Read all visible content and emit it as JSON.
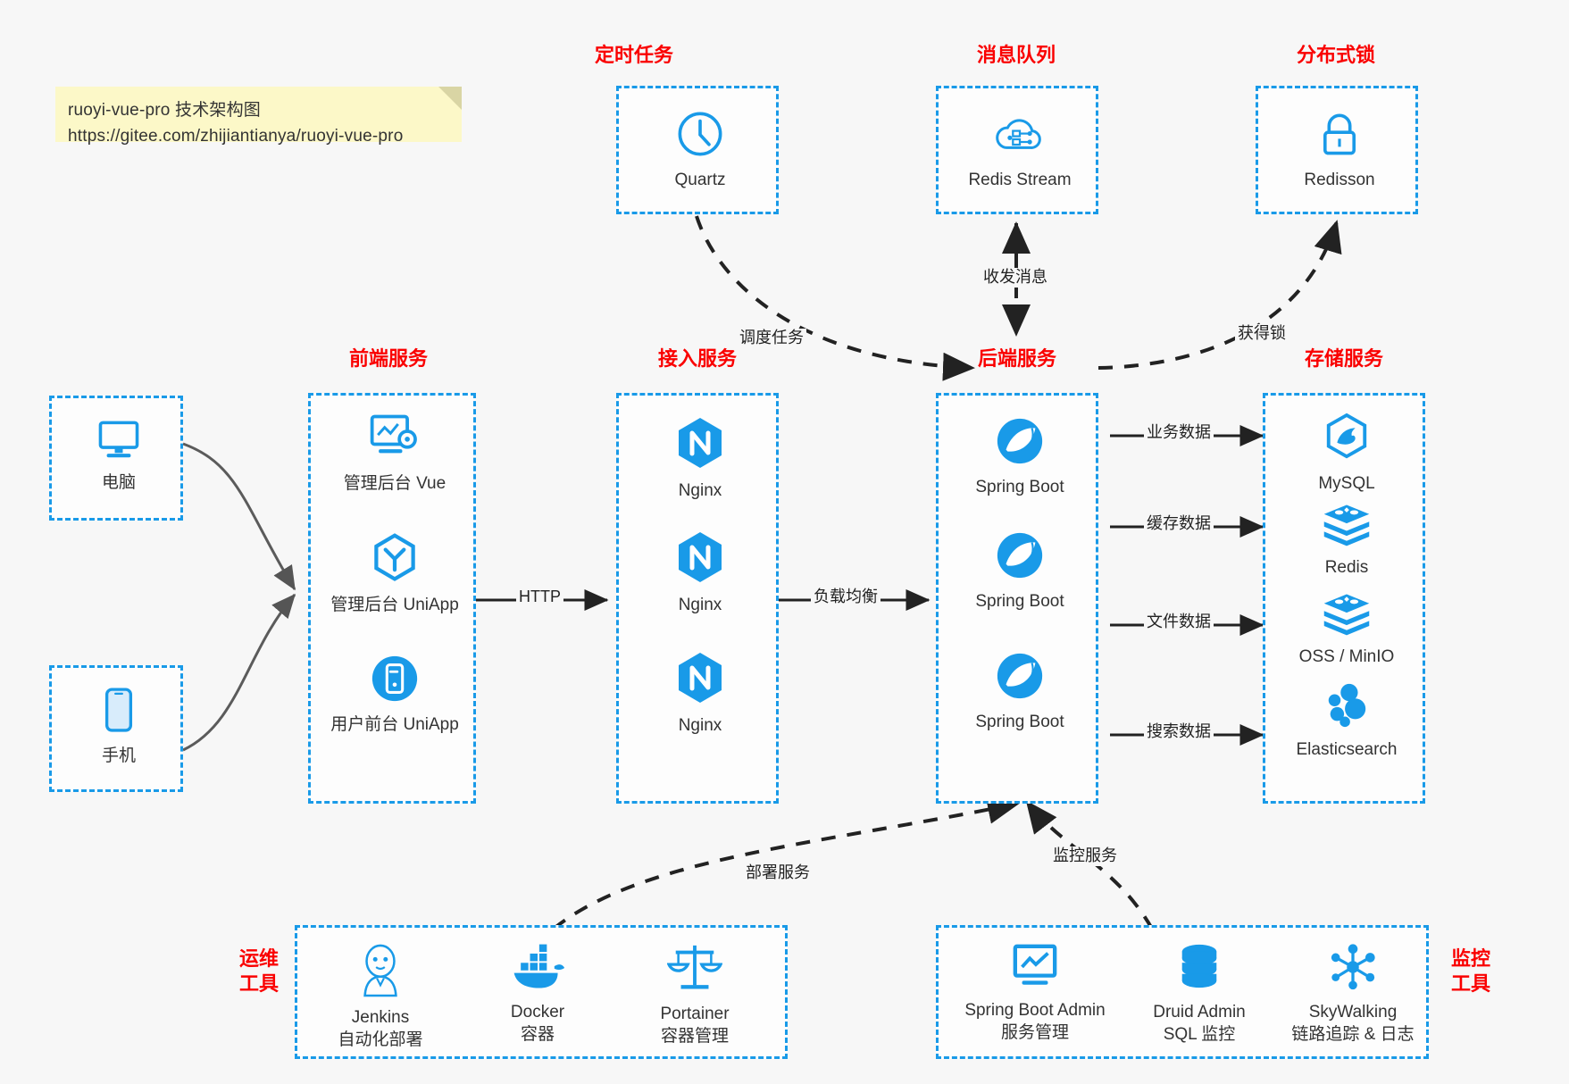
{
  "note": {
    "line1": "ruoyi-vue-pro 技术架构图",
    "line2": "https://gitee.com/zhijiantianya/ruoyi-vue-pro"
  },
  "colors": {
    "accent_blue": "#199ae8",
    "title_red": "#fa0000",
    "background": "#f7f7f7",
    "text": "#333333",
    "arrow": "#222222",
    "note_bg": "#fcf8c8"
  },
  "groups": {
    "scheduled_task": {
      "title": "定时任务"
    },
    "message_queue": {
      "title": "消息队列"
    },
    "distributed_lock": {
      "title": "分布式锁"
    },
    "frontend_service": {
      "title": "前端服务"
    },
    "gateway_service": {
      "title": "接入服务"
    },
    "backend_service": {
      "title": "后端服务"
    },
    "storage_service": {
      "title": "存储服务"
    },
    "devops_tools": {
      "title": "运维\n工具",
      "line1": "运维",
      "line2": "工具"
    },
    "monitor_tools": {
      "title": "监控\n工具",
      "line1": "监控",
      "line2": "工具"
    },
    "client_pc": {
      "title": ""
    },
    "client_phone": {
      "title": ""
    }
  },
  "nodes": {
    "quartz": {
      "label": "Quartz",
      "icon": "clock-icon"
    },
    "redis_stream": {
      "label": "Redis Stream",
      "icon": "cloud-stream-icon"
    },
    "redisson": {
      "label": "Redisson",
      "icon": "lock-icon"
    },
    "pc": {
      "label": "电脑",
      "icon": "desktop-icon"
    },
    "phone": {
      "label": "手机",
      "icon": "mobile-icon"
    },
    "admin_vue": {
      "label": "管理后台 Vue",
      "icon": "dashboard-icon"
    },
    "admin_uniapp": {
      "label": "管理后台 UniApp",
      "icon": "uniapp-icon"
    },
    "user_uniapp": {
      "label": "用户前台 UniApp",
      "icon": "app-icon"
    },
    "nginx1": {
      "label": "Nginx",
      "icon": "nginx-icon"
    },
    "nginx2": {
      "label": "Nginx",
      "icon": "nginx-icon"
    },
    "nginx3": {
      "label": "Nginx",
      "icon": "nginx-icon"
    },
    "springboot1": {
      "label": "Spring Boot",
      "icon": "spring-boot-icon"
    },
    "springboot2": {
      "label": "Spring Boot",
      "icon": "spring-boot-icon"
    },
    "springboot3": {
      "label": "Spring Boot",
      "icon": "spring-boot-icon"
    },
    "mysql": {
      "label": "MySQL",
      "icon": "mysql-icon"
    },
    "redis": {
      "label": "Redis",
      "icon": "redis-icon"
    },
    "oss_minio": {
      "label": "OSS / MinIO",
      "icon": "oss-icon"
    },
    "elasticsearch": {
      "label": "Elasticsearch",
      "icon": "elasticsearch-icon"
    },
    "jenkins": {
      "label": "Jenkins",
      "sublabel": "自动化部署",
      "icon": "jenkins-icon"
    },
    "docker": {
      "label": "Docker",
      "sublabel": "容器",
      "icon": "docker-icon"
    },
    "portainer": {
      "label": "Portainer",
      "sublabel": "容器管理",
      "icon": "scales-icon"
    },
    "spring_boot_admin": {
      "label": "Spring Boot Admin",
      "sublabel": "服务管理",
      "icon": "monitor-chart-icon"
    },
    "druid_admin": {
      "label": "Druid Admin",
      "sublabel": "SQL 监控",
      "icon": "database-icon"
    },
    "skywalking": {
      "label": "SkyWalking",
      "sublabel": "链路追踪 & 日志",
      "icon": "network-nodes-icon"
    }
  },
  "edges": {
    "schedule_task": "调度任务",
    "send_receive_message": "收发消息",
    "acquire_lock": "获得锁",
    "http": "HTTP",
    "load_balance": "负载均衡",
    "business_data": "业务数据",
    "cache_data": "缓存数据",
    "file_data": "文件数据",
    "search_data": "搜索数据",
    "deploy_service": "部署服务",
    "monitor_service": "监控服务"
  }
}
